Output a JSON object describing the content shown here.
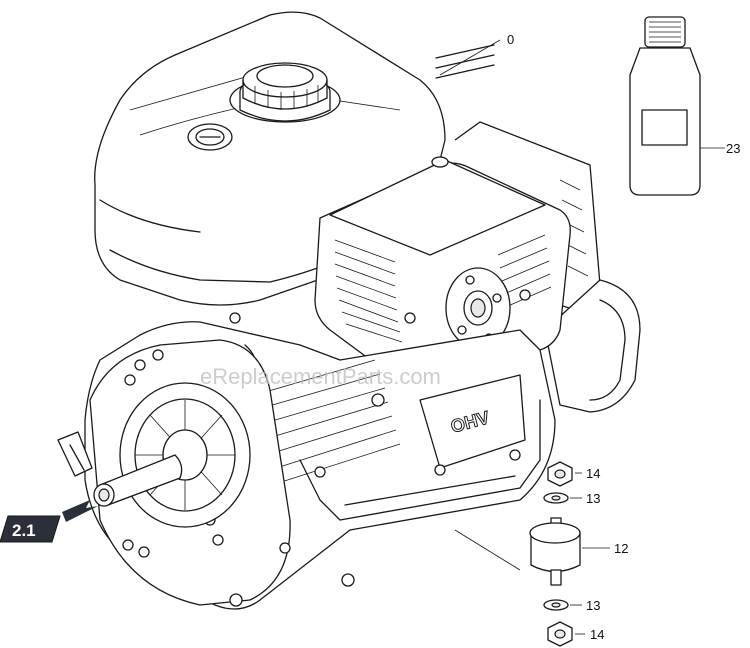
{
  "callouts": {
    "c0": "0",
    "c23": "23",
    "c14a": "14",
    "c13a": "13",
    "c12": "12",
    "c13b": "13",
    "c14b": "14"
  },
  "reference_tag": "2.1",
  "engine_badge": "OHV",
  "watermark": "eReplacementParts.com",
  "colors": {
    "line": "#1a1a1a",
    "tag_fill": "#2b2f3a",
    "watermark": "#bdbdbd"
  }
}
